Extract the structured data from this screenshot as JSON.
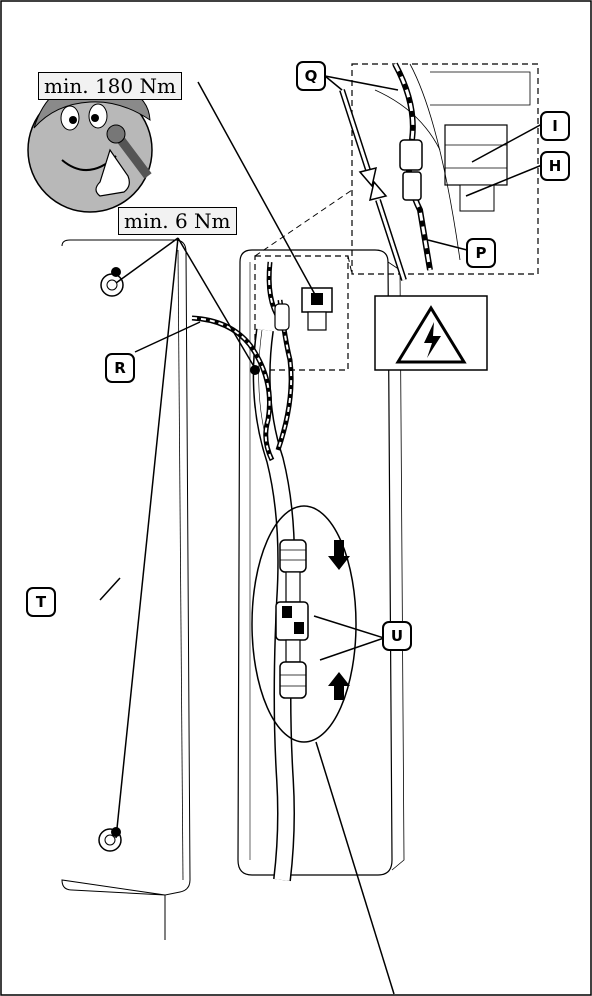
{
  "labels": {
    "torque_large": "min. 180 Nm",
    "torque_small": "min. 6 Nm"
  },
  "callouts": {
    "Q": "Q",
    "I": "I",
    "H": "H",
    "P": "P",
    "R": "R",
    "T": "T",
    "U": "U"
  },
  "icons": {
    "mascot": "mechanic-mascot-icon",
    "warning": "electrical-hazard-icon"
  },
  "colors": {
    "line": "#000000",
    "panel_fill": "#ffffff",
    "label_fill": "#f2f2f2"
  }
}
